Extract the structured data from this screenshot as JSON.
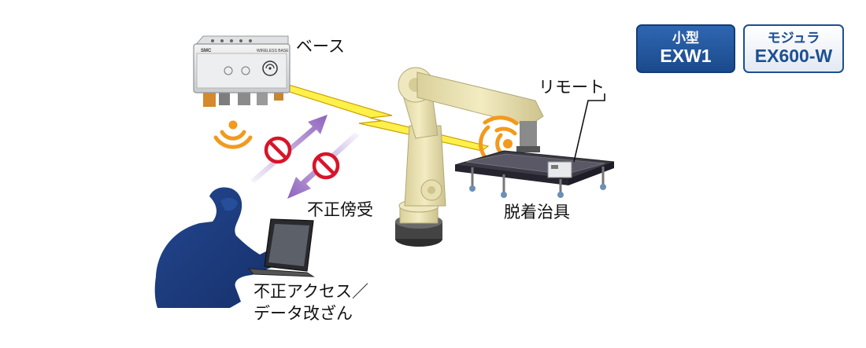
{
  "labels": {
    "base": "ベース",
    "remote": "リモート",
    "eavesdrop": "不正傍受",
    "jig": "脱着治具",
    "attack": "不正アクセス／\nデータ改ざん"
  },
  "base_device_text": {
    "brand": "SMC",
    "model": "WIRELESS BASE"
  },
  "badges": {
    "small": {
      "line1": "小型",
      "line2": "EXW1"
    },
    "modular": {
      "line1": "モジュラ",
      "line2": "EX600-W"
    }
  },
  "colors": {
    "badge_blue": "#1f5299",
    "wireless_orange": "#f29a1e",
    "lightning_yellow": "#fff04a",
    "block_red": "#d8142a",
    "arrow_purple": "#8e62bd",
    "hacker_blue": "#1d3f87",
    "robot_cream": "#ece4b2",
    "fixture_dark": "#3c3a46"
  },
  "icons": [
    "wireless-signal-icon",
    "prohibited-icon",
    "lightning-bolt-icon",
    "double-arrow-icon"
  ]
}
